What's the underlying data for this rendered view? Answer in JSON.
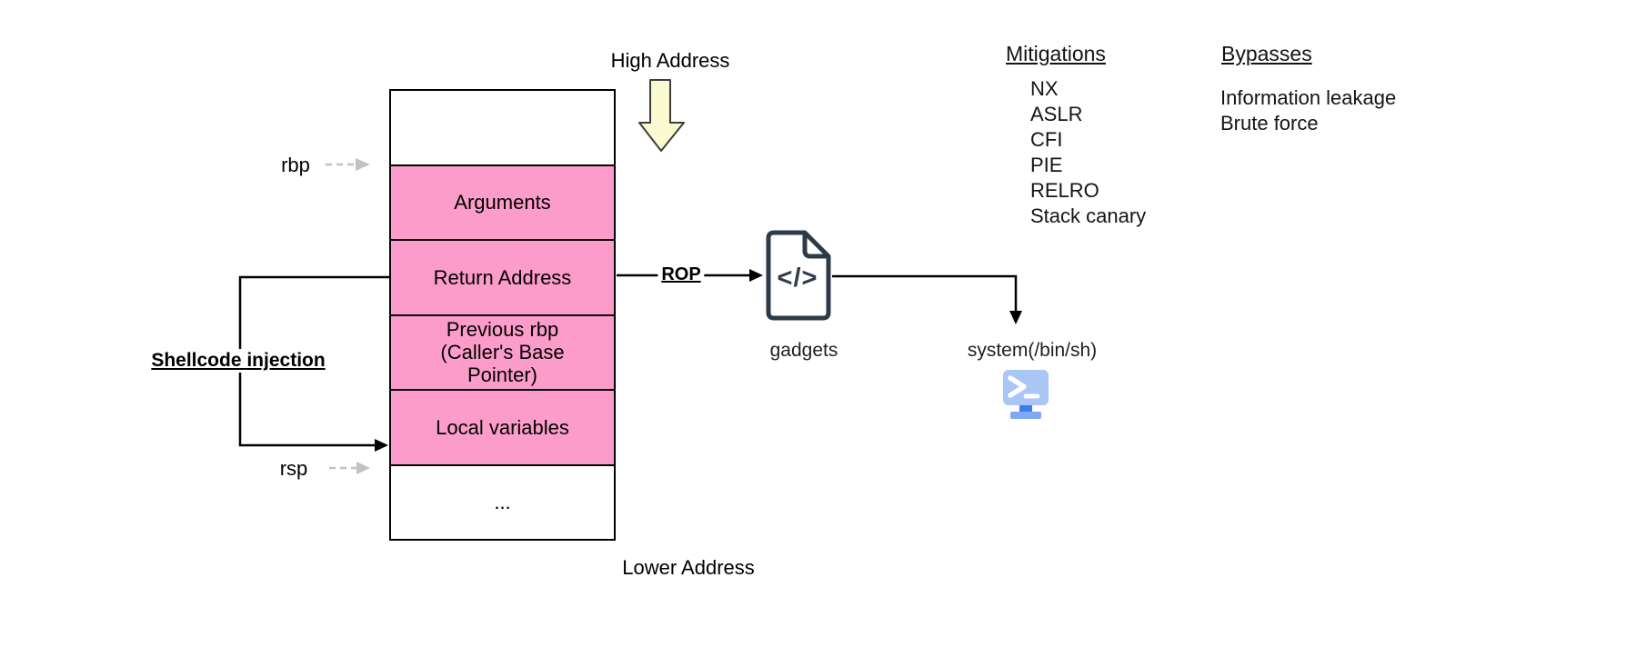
{
  "diagram": {
    "stack": {
      "rows": [
        "",
        "Arguments",
        "Return Address",
        "Previous rbp (Caller's Base Pointer)",
        "Local variables",
        "..."
      ],
      "rbp_label": "rbp",
      "rsp_label": "rsp",
      "high_address_label": "High Address",
      "lower_address_label": "Lower Address"
    },
    "annotations": {
      "shellcode_injection_label": "Shellcode injection",
      "rop_label": "ROP",
      "gadgets_label": "gadgets",
      "gadgets_icon_glyph": "</>",
      "system_label": "system(/bin/sh)"
    },
    "mitigations": {
      "heading": "Mitigations",
      "items": [
        "NX",
        "ASLR",
        "CFI",
        "PIE",
        "RELRO",
        "Stack canary"
      ]
    },
    "bypasses": {
      "heading": "Bypasses",
      "items": [
        "Information leakage",
        "Brute force"
      ]
    }
  },
  "colors": {
    "stack_highlight_pink": "#FC9CCA",
    "big_arrow_yellow": "#FAFAD0",
    "code_icon_dark": "#2D3B49",
    "terminal_icon_blue": "#A9C6F4",
    "terminal_stand_dark_blue": "#3F7CE8",
    "terminal_base_blue": "#7FA9F4",
    "pointer_arrow_gray": "#C2C2C2",
    "line_black": "#000000"
  }
}
